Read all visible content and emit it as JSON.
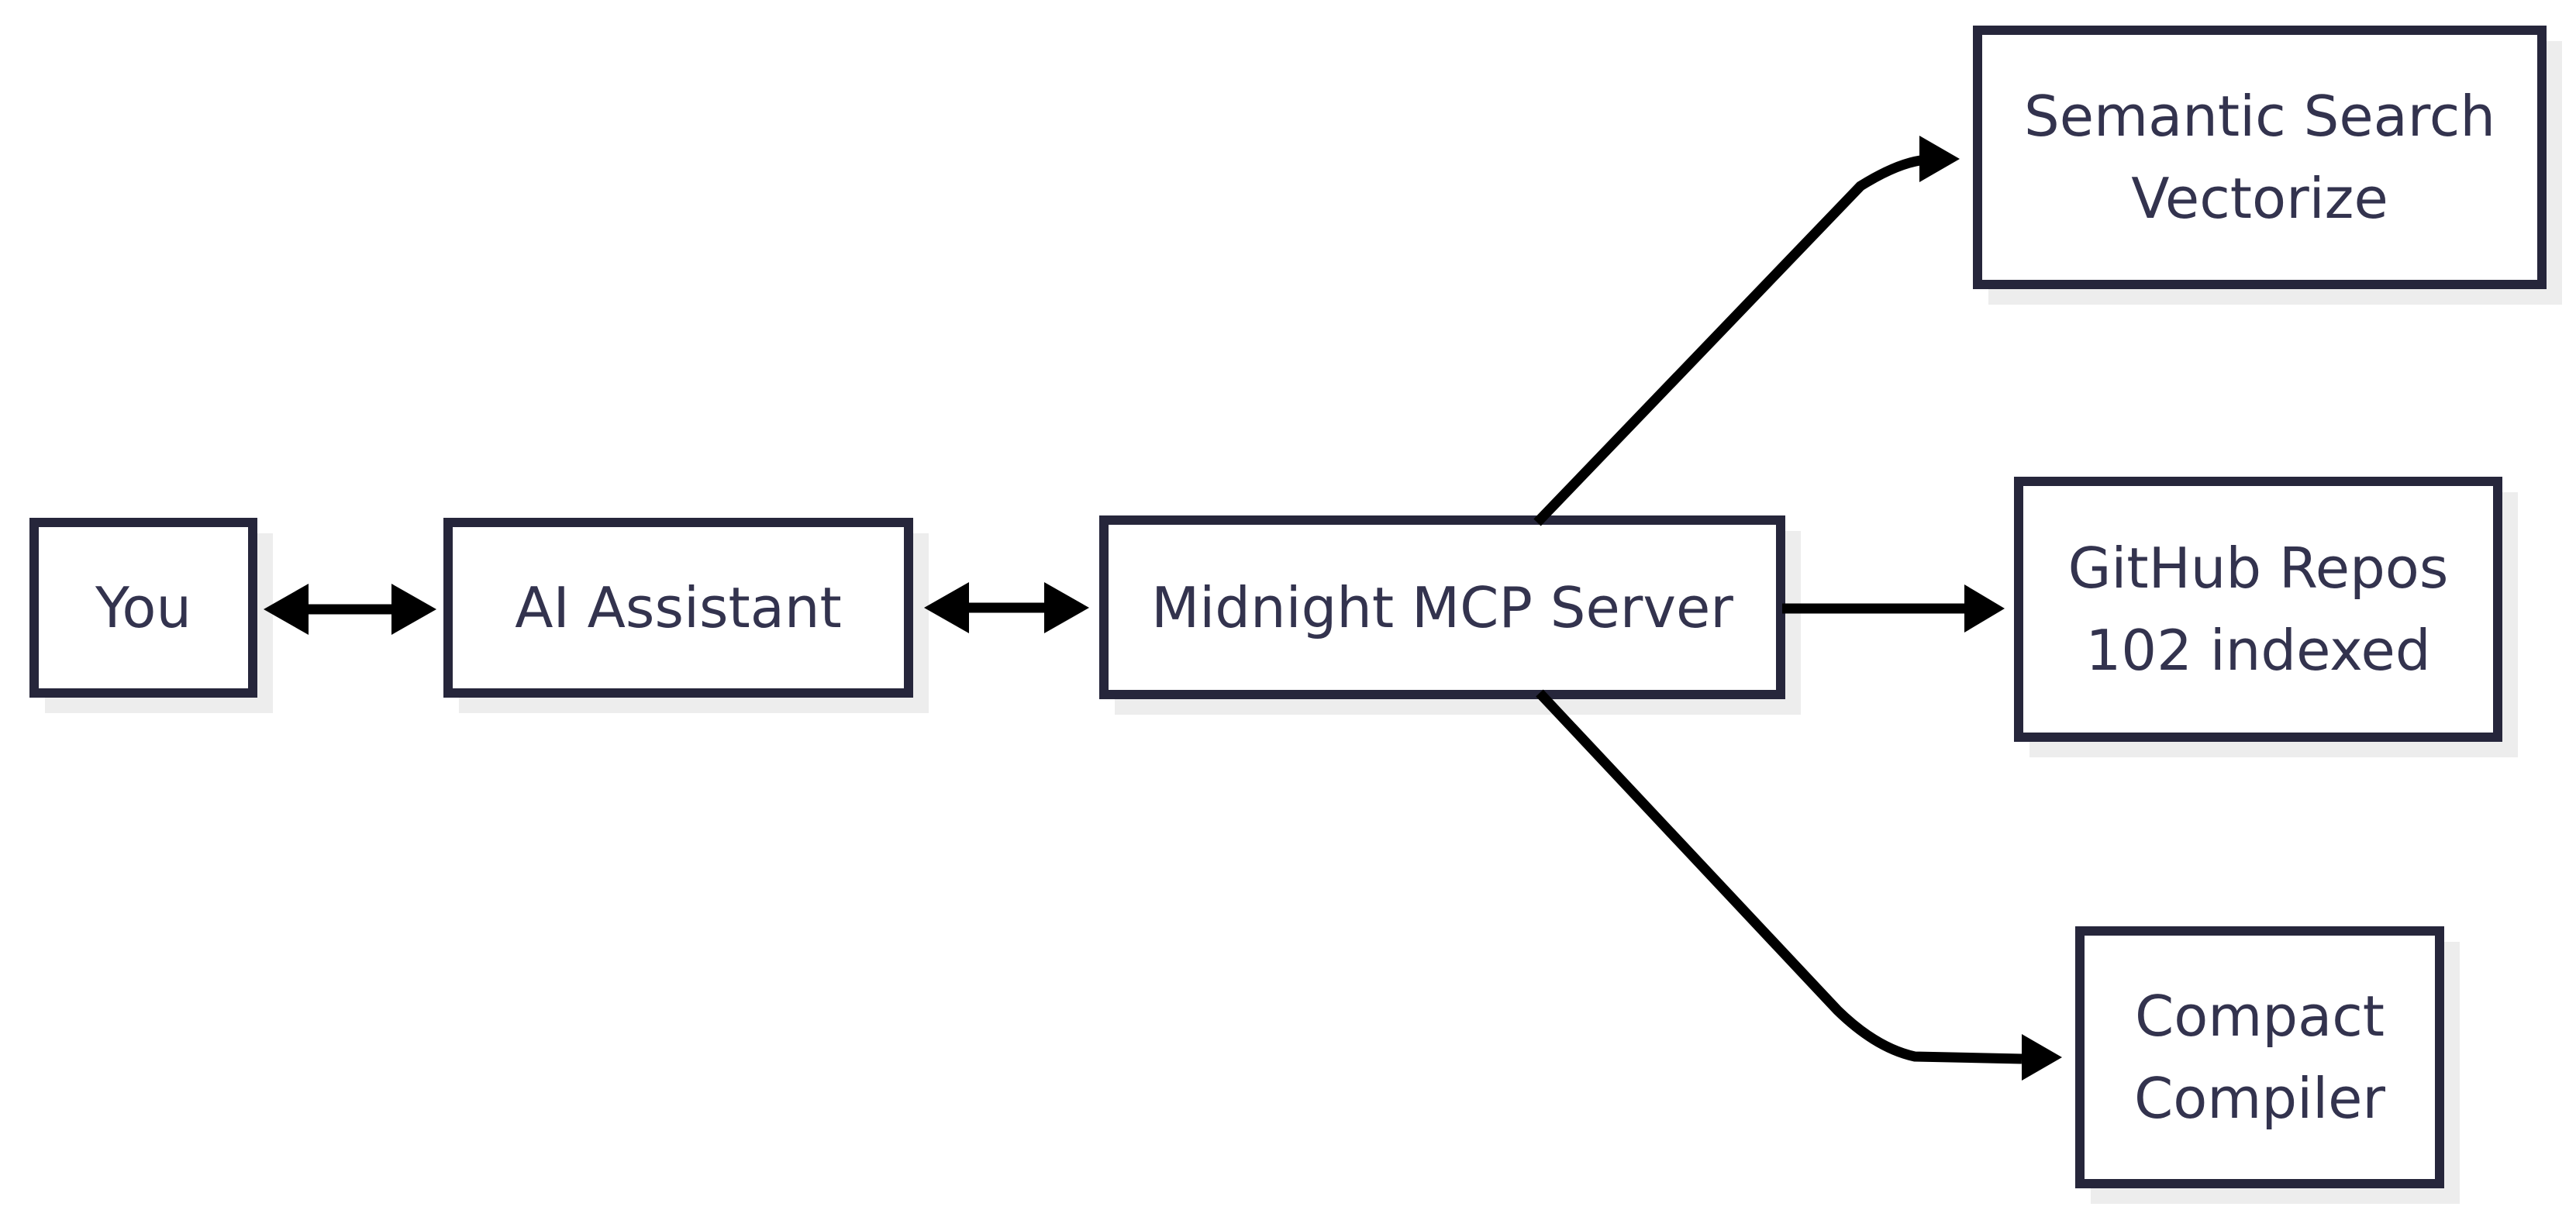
{
  "diagram": {
    "colors": {
      "box_border": "#26263B",
      "box_fill": "#FFFFFF",
      "text": "#33334E",
      "arrow": "#000000",
      "shadow": "#EDEDED",
      "background": "#FFFFFF"
    },
    "nodes": [
      {
        "id": "you",
        "label": "You"
      },
      {
        "id": "ai-assistant",
        "label": "AI Assistant"
      },
      {
        "id": "midnight-mcp-server",
        "label": "Midnight MCP Server"
      },
      {
        "id": "semantic-search-vectorize",
        "line1": "Semantic Search",
        "line2": "Vectorize"
      },
      {
        "id": "github-repos",
        "line1": "GitHub Repos",
        "line2": "102 indexed"
      },
      {
        "id": "compact-compiler",
        "line1": "Compact",
        "line2": "Compiler"
      }
    ],
    "edges": [
      {
        "from": "you",
        "to": "ai-assistant",
        "direction": "bidirectional"
      },
      {
        "from": "ai-assistant",
        "to": "midnight-mcp-server",
        "direction": "bidirectional"
      },
      {
        "from": "midnight-mcp-server",
        "to": "semantic-search-vectorize",
        "direction": "one-way"
      },
      {
        "from": "midnight-mcp-server",
        "to": "github-repos",
        "direction": "one-way"
      },
      {
        "from": "midnight-mcp-server",
        "to": "compact-compiler",
        "direction": "one-way"
      }
    ]
  }
}
